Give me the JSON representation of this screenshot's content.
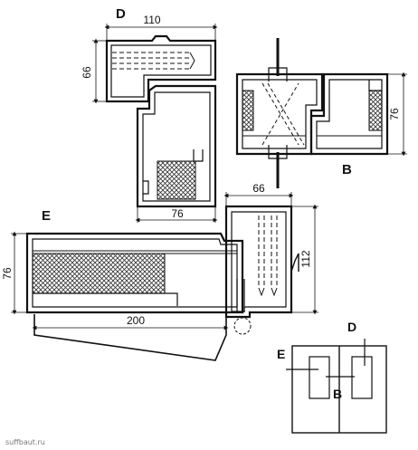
{
  "labels": {
    "section_d": "D",
    "section_b": "B",
    "section_e": "E",
    "key_d": "D",
    "key_b": "B",
    "key_e": "E"
  },
  "dimensions": {
    "d_width": "110",
    "d_height": "66",
    "d_lower_width": "76",
    "b_height": "76",
    "right_width": "66",
    "right_height": "112",
    "e_height": "76",
    "e_width": "200"
  },
  "watermark": "suffbaut.ru",
  "colors": {
    "stroke": "#111111",
    "hatch": "#333333",
    "background": "#ffffff"
  }
}
